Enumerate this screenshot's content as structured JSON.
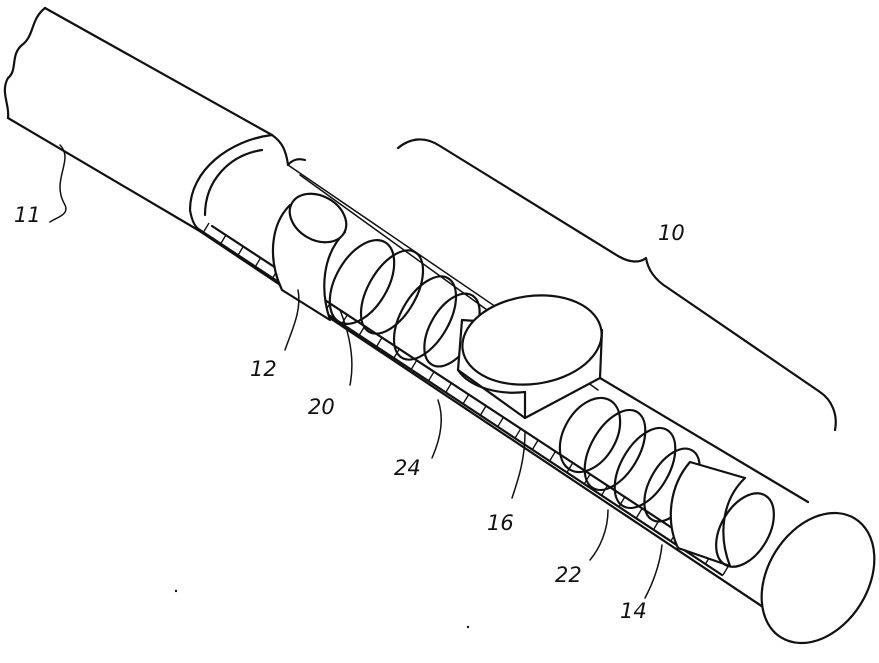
{
  "figure": {
    "labels": {
      "housing": "11",
      "assembly": "10",
      "piston_left": "12",
      "spring_left": "20",
      "ball_seat": "24",
      "ball": "16",
      "spring_right": "22",
      "piston_right": "14"
    }
  }
}
